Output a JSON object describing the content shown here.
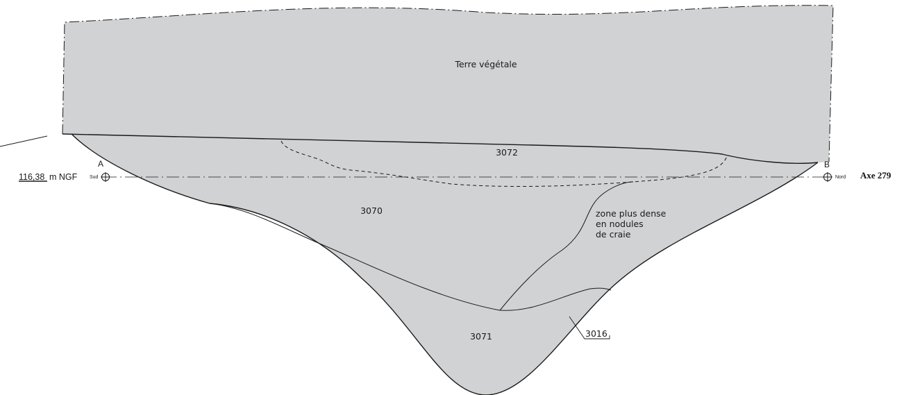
{
  "section": {
    "layers": {
      "topsoil": "Terre végétale",
      "l3072": "3072",
      "l3070": "3070",
      "l3071": "3071",
      "l3016": "3016"
    },
    "dense_zone": [
      "zone plus dense",
      "en nodules",
      "de craie"
    ],
    "datum": {
      "elevation": "116,38",
      "unit": "m NGF"
    },
    "point_a": {
      "letter": "A",
      "direction": "Sud"
    },
    "point_b": {
      "letter": "B",
      "direction": "Nord"
    },
    "axis_label": "Axe 279"
  },
  "colors": {
    "fill": "#d1d2d4",
    "line": "#1a1a1a",
    "background": "#ffffff"
  }
}
